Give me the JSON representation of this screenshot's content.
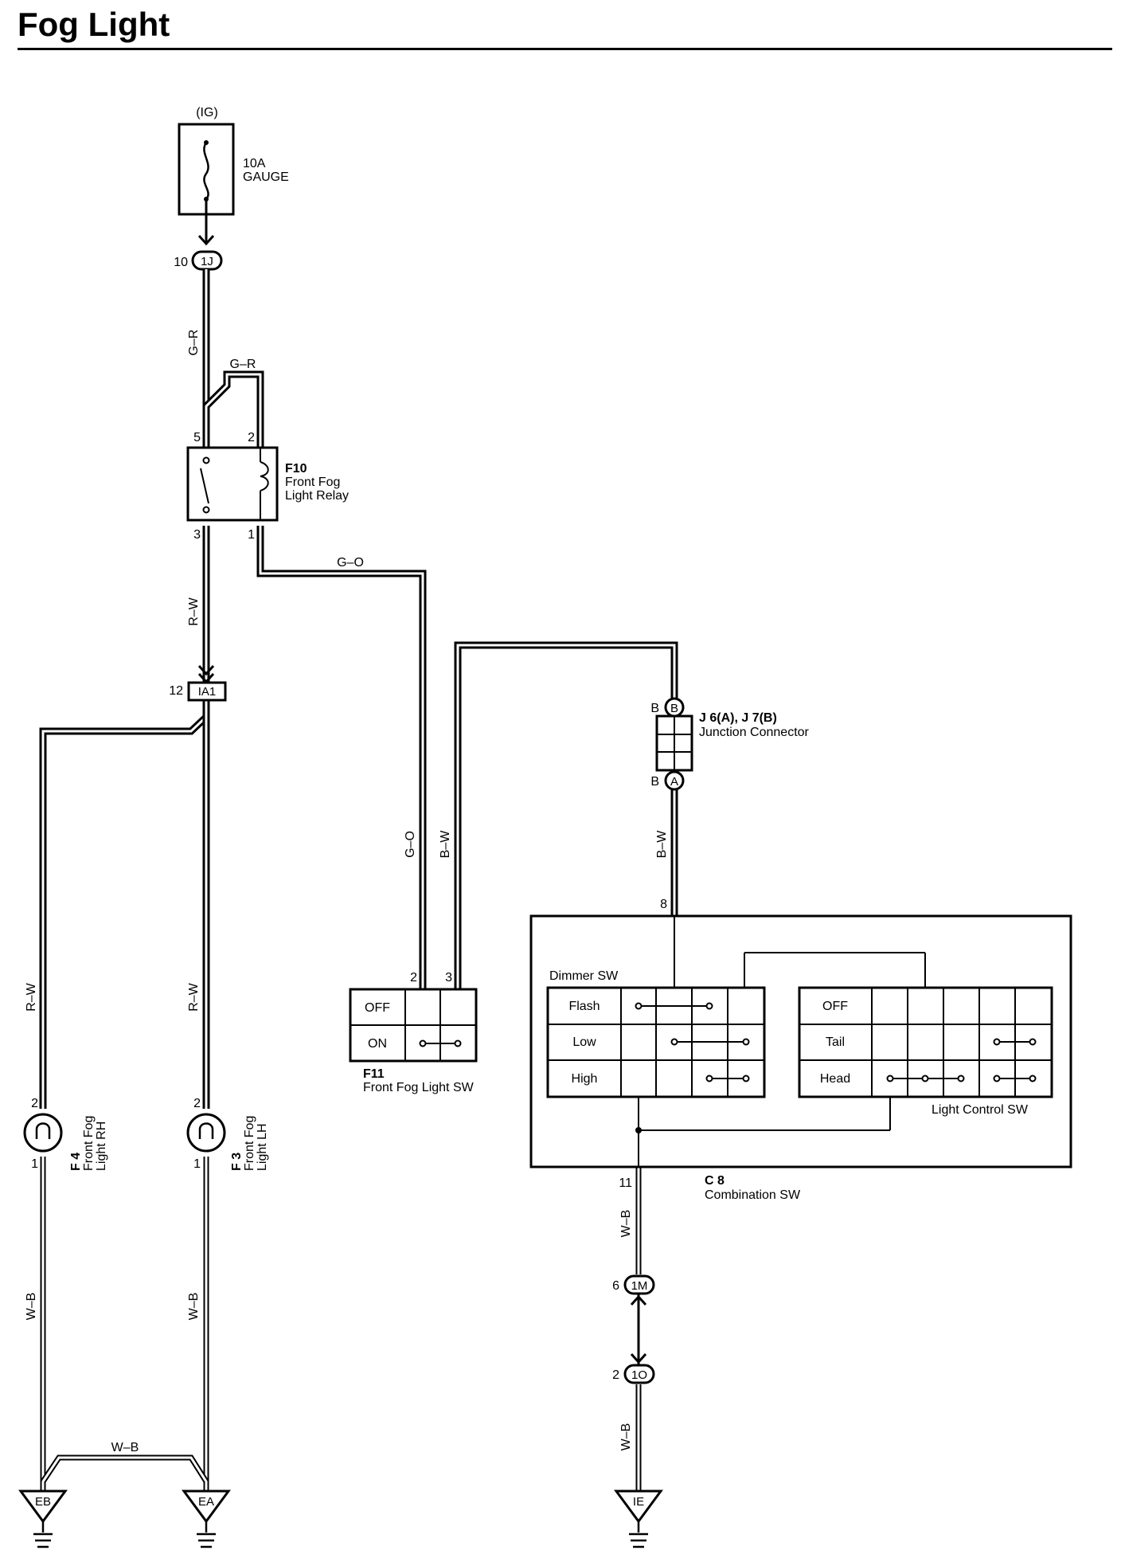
{
  "title": "Fog Light",
  "fuse": {
    "source": "(IG)",
    "rating": "10A",
    "name": "GAUGE"
  },
  "connectors": {
    "c1j": {
      "id": "1J",
      "pin": "10"
    },
    "cia1": {
      "id": "IA1",
      "pin": "12"
    },
    "c1m": {
      "id": "1M",
      "pin": "6"
    },
    "c1o": {
      "id": "1O",
      "pin": "2"
    }
  },
  "relay": {
    "code": "F10",
    "name_line1": "Front Fog",
    "name_line2": "Light Relay",
    "pin5": "5",
    "pin2": "2",
    "pin3": "3",
    "pin1": "1"
  },
  "wires": {
    "g_r": "G–R",
    "r_w": "R–W",
    "g_o": "G–O",
    "b_w": "B–W",
    "w_b": "W–B"
  },
  "junction": {
    "name_line1": "J 6(A), J 7(B)",
    "name_line2": "Junction Connector",
    "top_tag": "B",
    "bottom_tag": "A",
    "top_pin": "B",
    "bottom_pin": "B"
  },
  "fog_switch": {
    "code": "F11",
    "name": "Front Fog Light SW",
    "row_off": "OFF",
    "row_on": "ON",
    "pin_left": "2",
    "pin_right": "3"
  },
  "combination": {
    "code": "C 8",
    "name": "Combination SW",
    "pin_top": "8",
    "pin_bottom": "11"
  },
  "dimmer": {
    "title": "Dimmer SW",
    "rows": [
      "Flash",
      "Low",
      "High"
    ]
  },
  "light_control": {
    "title": "Light Control SW",
    "rows": [
      "OFF",
      "Tail",
      "Head"
    ]
  },
  "fog_rh": {
    "code": "F 4",
    "line1": "Front Fog",
    "line2": "Light RH",
    "pin_top": "2",
    "pin_bottom": "1"
  },
  "fog_lh": {
    "code": "F 3",
    "line1": "Front Fog",
    "line2": "Light LH",
    "pin_top": "2",
    "pin_bottom": "1"
  },
  "grounds": {
    "eb": "EB",
    "ea": "EA",
    "ie": "IE"
  }
}
